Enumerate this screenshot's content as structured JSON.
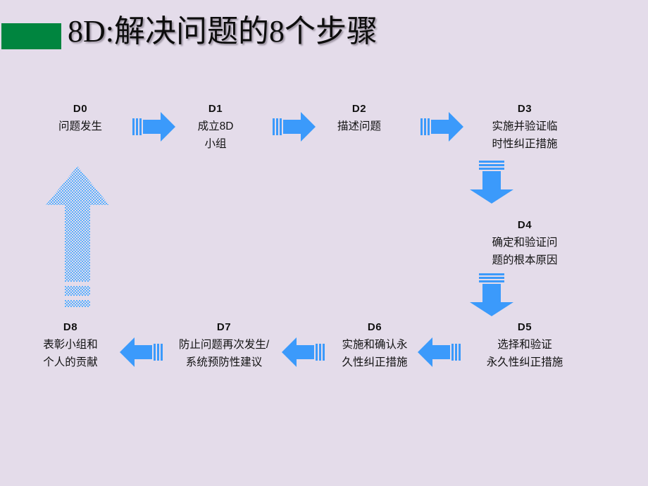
{
  "slide": {
    "background_color": "#e4dcea",
    "title": "8D:解决问题的8个步骤",
    "accent_color": "#00853f",
    "arrow_color": "#3b9afb",
    "dotted_arrow_color": "#66b3ff"
  },
  "steps": [
    {
      "code": "D0",
      "desc": "问题发生"
    },
    {
      "code": "D1",
      "desc": "成立8D\n小组"
    },
    {
      "code": "D2",
      "desc": "描述问题"
    },
    {
      "code": "D3",
      "desc": "实施并验证临\n时性纠正措施"
    },
    {
      "code": "D4",
      "desc": "确定和验证问\n题的根本原因"
    },
    {
      "code": "D5",
      "desc": "选择和验证\n永久性纠正措施"
    },
    {
      "code": "D6",
      "desc": "实施和确认永\n久性纠正措施"
    },
    {
      "code": "D7",
      "desc": "防止问题再次发生/\n系统预防性建议"
    },
    {
      "code": "D8",
      "desc": "表彰小组和\n个人的贡献"
    }
  ],
  "steps_lines": {
    "d0": [
      "问题发生"
    ],
    "d1": [
      "成立8D",
      "小组"
    ],
    "d2": [
      "描述问题"
    ],
    "d3": [
      "实施并验证临",
      "时性纠正措施"
    ],
    "d4": [
      "确定和验证问",
      "题的根本原因"
    ],
    "d5": [
      "选择和验证",
      "永久性纠正措施"
    ],
    "d6": [
      "实施和确认永",
      "久性纠正措施"
    ],
    "d7": [
      "防止问题再次发生/",
      "系统预防性建议"
    ],
    "d8": [
      "表彰小组和",
      "个人的贡献"
    ]
  },
  "connectors": [
    {
      "name": "arrow-d0-d1",
      "direction": "right"
    },
    {
      "name": "arrow-d1-d2",
      "direction": "right"
    },
    {
      "name": "arrow-d2-d3",
      "direction": "right"
    },
    {
      "name": "arrow-d3-d4",
      "direction": "down"
    },
    {
      "name": "arrow-d4-d5",
      "direction": "down"
    },
    {
      "name": "arrow-d5-d6",
      "direction": "left"
    },
    {
      "name": "arrow-d6-d7",
      "direction": "left"
    },
    {
      "name": "arrow-d7-d8",
      "direction": "left"
    },
    {
      "name": "feedback-arrow",
      "direction": "up"
    }
  ]
}
